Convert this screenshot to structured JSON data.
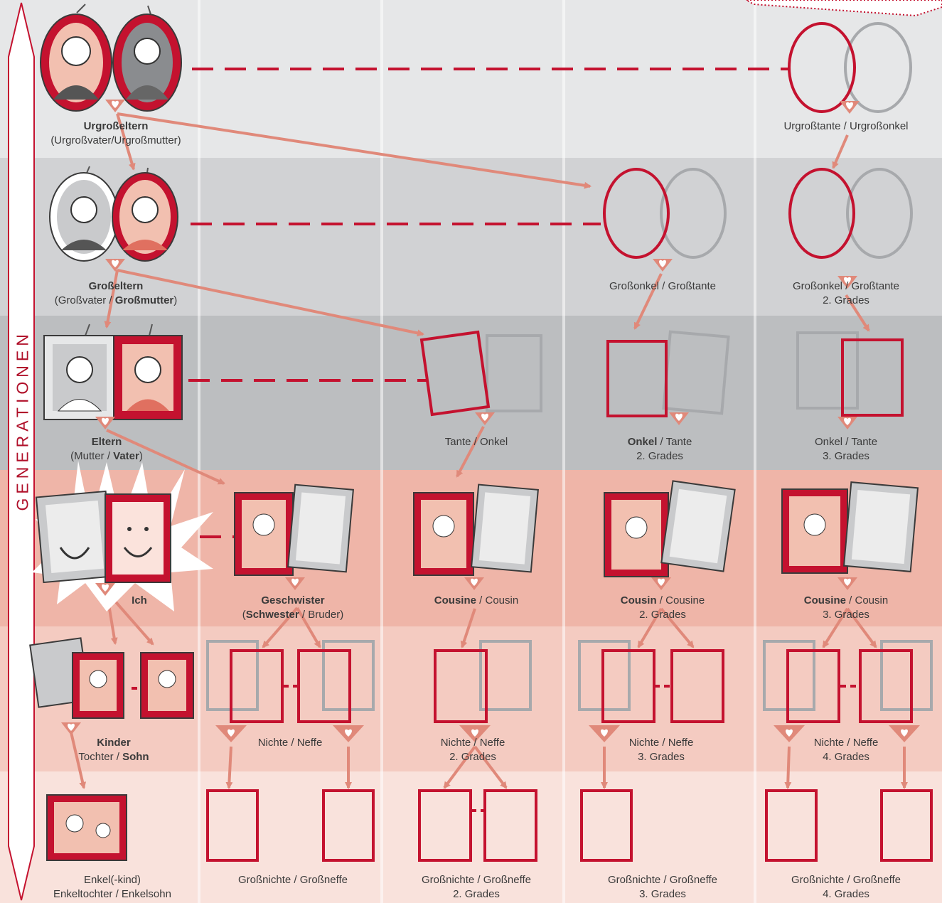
{
  "axis_label": "GENERATIONEN",
  "colors": {
    "accent": "#c4122f",
    "arrow": "#e0897a",
    "grey_frame": "#a7a9ac",
    "row_gen1": "#e6e7e8",
    "row_gen2": "#d1d2d4",
    "row_gen3": "#bcbec0",
    "row_gen4": "#efb5a8",
    "row_gen5": "#f4cbc1",
    "row_gen6": "#f9e2dc"
  },
  "labels": {
    "urgrosseltern": {
      "title": "Urgroßeltern",
      "sub": "(Urgroßvater/Urgroßmutter)"
    },
    "urgrosstante": {
      "line1": "Urgroßtante / Urgroßonkel"
    },
    "grosseltern": {
      "title": "Großeltern",
      "sub_pre": "(Großvater / ",
      "sub_bold": "Großmutter",
      "sub_post": ")"
    },
    "grossonkel": {
      "line1": "Großonkel / Großtante"
    },
    "grossonkel2": {
      "line1": "Großonkel / Großtante",
      "line2": "2. Grades"
    },
    "eltern": {
      "title": "Eltern",
      "sub_pre": "(Mutter / ",
      "sub_bold": "Vater",
      "sub_post": ")"
    },
    "tante": {
      "line1": "Tante / Onkel"
    },
    "onkel2": {
      "bold": "Onkel",
      "rest": " / Tante",
      "line2": "2. Grades"
    },
    "onkel3": {
      "line1": "Onkel / Tante",
      "line2": "3. Grades"
    },
    "ich": {
      "title": "Ich"
    },
    "geschwister": {
      "title": "Geschwister",
      "sub_pre": "(",
      "sub_bold": "Schwester",
      "sub_post": " / Bruder)"
    },
    "cousine": {
      "bold": "Cousine",
      "rest": " / Cousin"
    },
    "cousin2": {
      "bold": "Cousin",
      "rest": " / Cousine",
      "line2": "2. Grades"
    },
    "cousine3": {
      "bold": "Cousine",
      "rest": " / Cousin",
      "line2": "3. Grades"
    },
    "kinder": {
      "title": "Kinder",
      "sub_pre": "Tochter / ",
      "sub_bold": "Sohn"
    },
    "nichte": {
      "line1": "Nichte / Neffe"
    },
    "nichte2": {
      "line1": "Nichte / Neffe",
      "line2": "2. Grades"
    },
    "nichte3": {
      "line1": "Nichte / Neffe",
      "line2": "3. Grades"
    },
    "nichte4": {
      "line1": "Nichte / Neffe",
      "line2": "4. Grades"
    },
    "enkel": {
      "line1": "Enkel(-kind)",
      "line2": "Enkeltochter / Enkelsohn"
    },
    "grossnichte": {
      "line1": "Großnichte / Großneffe"
    },
    "grossnichte2": {
      "line1": "Großnichte / Großneffe",
      "line2": "2. Grades"
    },
    "grossnichte3": {
      "line1": "Großnichte / Großneffe",
      "line2": "3. Grades"
    },
    "grossnichte4": {
      "line1": "Großnichte / Großneffe",
      "line2": "4. Grades"
    }
  }
}
